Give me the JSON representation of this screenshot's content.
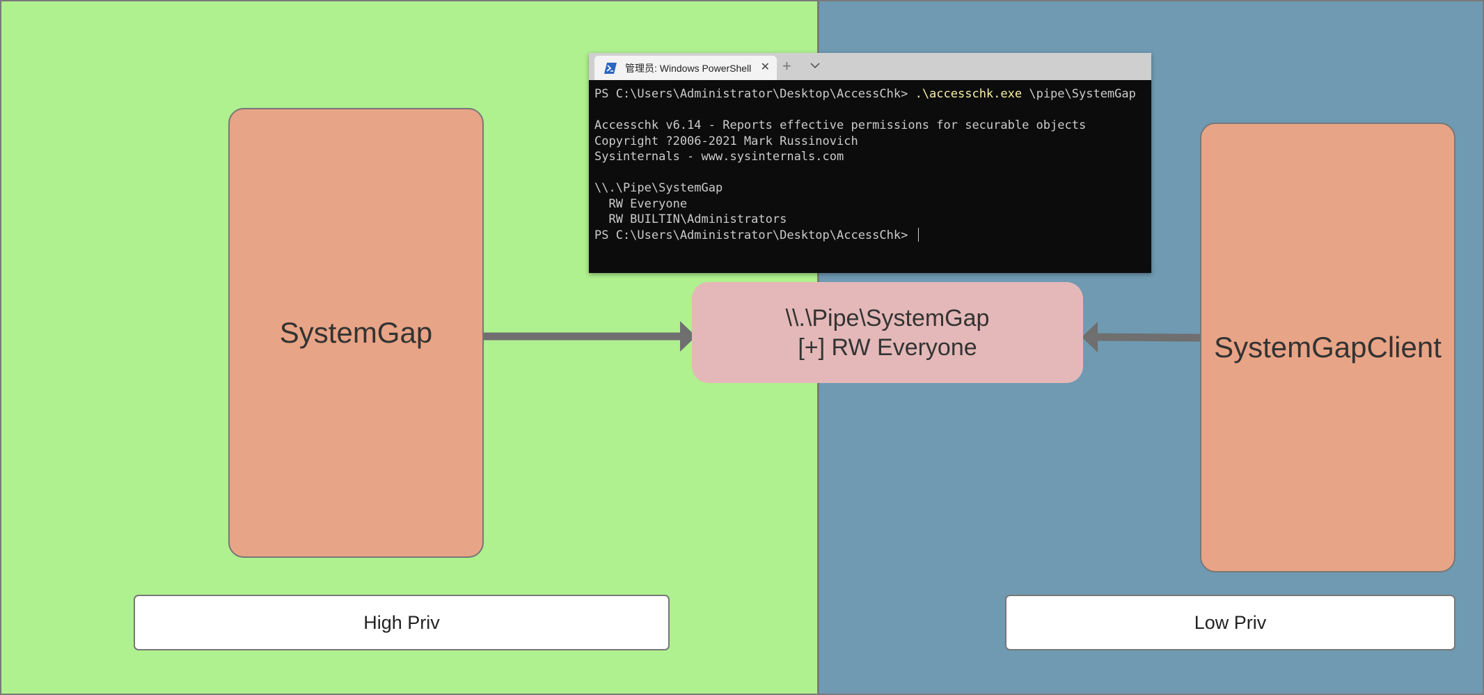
{
  "colors": {
    "high_priv_bg": "#aff08f",
    "low_priv_bg": "#6f9ab2",
    "process_box_bg": "#e8a486",
    "pipe_box_bg": "#e4b8b8",
    "arrow": "#6f6f6f"
  },
  "diagram": {
    "server_process": "SystemGap",
    "client_process": "SystemGapClient",
    "pipe": {
      "name": "\\\\.\\Pipe\\SystemGap",
      "permission": "[+] RW Everyone"
    },
    "high_priv_label": "High Priv",
    "low_priv_label": "Low Priv"
  },
  "terminal": {
    "tab_title": "管理员: Windows PowerShell",
    "tab_icon": "powershell-icon",
    "close_glyph": "✕",
    "new_tab_glyph": "+",
    "prompt": "PS C:\\Users\\Administrator\\Desktop\\AccessChk> ",
    "command": ".\\accesschk.exe",
    "command_args": " \\pipe\\SystemGap",
    "output_lines": [
      "",
      "Accesschk v6.14 - Reports effective permissions for securable objects",
      "Copyright ?2006-2021 Mark Russinovich",
      "Sysinternals - www.sysinternals.com",
      "",
      "\\\\.\\Pipe\\SystemGap",
      "  RW Everyone",
      "  RW BUILTIN\\Administrators"
    ],
    "final_prompt": "PS C:\\Users\\Administrator\\Desktop\\AccessChk> "
  }
}
